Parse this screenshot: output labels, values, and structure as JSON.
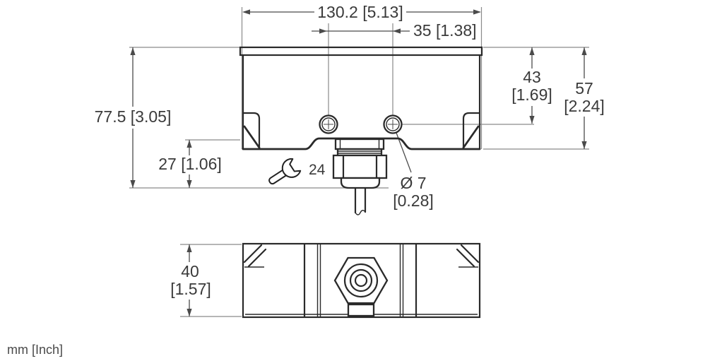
{
  "units_label": "mm [Inch]",
  "dimensions": {
    "overall_width": "130.2 [5.13]",
    "hole_spacing": "35 [1.38]",
    "overall_height": "77.5 [3.05]",
    "gland_projection": "27 [1.06]",
    "hole_offset_mm": "43",
    "hole_offset_inch": "[1.69]",
    "body_height_mm": "57",
    "body_height_inch": "[2.24]",
    "hole_diameter_mm": "Ø 7",
    "hole_diameter_inch": "[0.28]",
    "wrench_size": "24",
    "depth_mm": "40",
    "depth_inch": "[1.57]"
  },
  "colors": {
    "outline": "#2a2a2a",
    "dimension_lines": "#4a4a4a",
    "extension_lines": "#8a8a8a",
    "text": "#3a3a3a",
    "background": "#ffffff"
  }
}
